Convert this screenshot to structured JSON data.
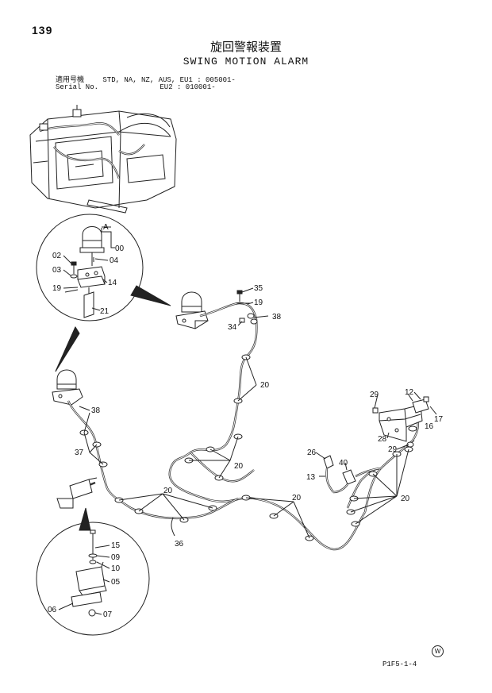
{
  "header": {
    "page_number": "139",
    "title_jp": "旋回警報装置",
    "title_en": "SWING MOTION ALARM"
  },
  "serial": {
    "row1_label": "適用号機",
    "row1_value": "STD, NA, NZ, AUS, EU1 : 005001-",
    "row2_label": "Serial No.",
    "row2_value": "EU2 : 010001-"
  },
  "callouts": {
    "c00": "00",
    "cA": "A",
    "c02": "02",
    "c03": "03",
    "c04": "04",
    "c14": "14",
    "c19a": "19",
    "c21": "21",
    "c35": "35",
    "c19b": "19",
    "c38a": "38",
    "c34": "34",
    "c20a": "20",
    "c38b": "38",
    "c37": "37",
    "c20b": "20",
    "c20c": "20",
    "c20d": "20",
    "c36": "36",
    "c29a": "29",
    "c12": "12",
    "c17": "17",
    "c16": "16",
    "c28": "28",
    "c29b": "29",
    "c26": "26",
    "c40": "40",
    "c13": "13",
    "c20e": "20",
    "c15": "15",
    "c09": "09",
    "c10": "10",
    "c05": "05",
    "c06": "06",
    "c07": "07"
  },
  "footer": {
    "code": "P1F5-1-4",
    "mark": "W"
  }
}
